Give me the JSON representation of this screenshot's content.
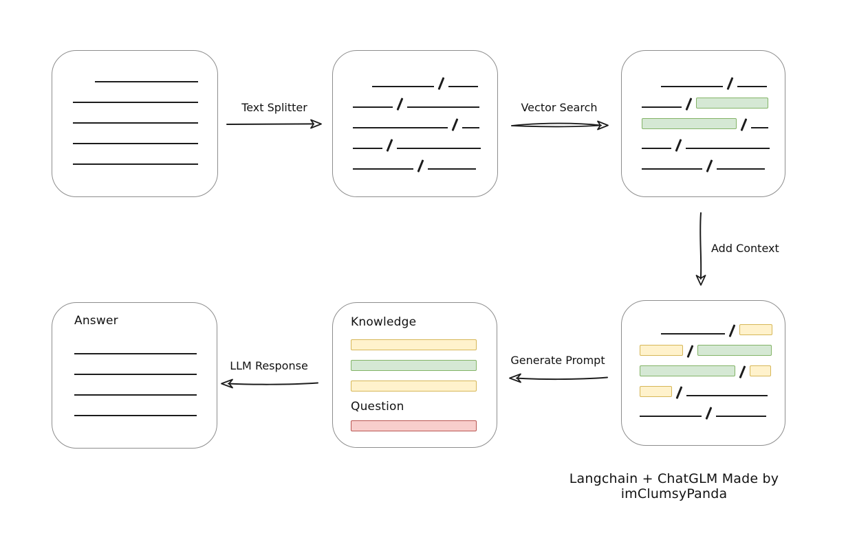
{
  "page": {
    "background": "#ffffff"
  },
  "colors": {
    "green_fill": "#d5e8d4",
    "green_border": "#82b366",
    "yellow_fill": "#fff2cc",
    "yellow_border": "#d6b656",
    "red_fill": "#f8cecc",
    "red_border": "#b85450",
    "stroke": "#1c1c1c",
    "box_border": "#8c8c8c"
  },
  "arrows": {
    "text_splitter": {
      "label": "Text Splitter",
      "direction": "right"
    },
    "vector_search": {
      "label": "Vector Search",
      "direction": "right"
    },
    "add_context": {
      "label": "Add Context",
      "direction": "down"
    },
    "generate_prompt": {
      "label": "Generate Prompt",
      "direction": "left"
    },
    "llm_response": {
      "label": "LLM Response",
      "direction": "left"
    }
  },
  "boxes": {
    "source_document": {
      "rows": [
        {
          "indent": 32,
          "segments": [
            {
              "kind": "line",
              "w": 150
            }
          ]
        },
        {
          "segments": [
            {
              "kind": "line",
              "w": 182
            }
          ]
        },
        {
          "segments": [
            {
              "kind": "line",
              "w": 182
            }
          ]
        },
        {
          "segments": [
            {
              "kind": "line",
              "w": 182
            }
          ]
        },
        {
          "segments": [
            {
              "kind": "line",
              "w": 182
            }
          ]
        }
      ]
    },
    "split_chunks": {
      "rows": [
        {
          "indent": 28,
          "segments": [
            {
              "kind": "line",
              "w": 90
            },
            {
              "kind": "slash"
            },
            {
              "kind": "line",
              "w": 43
            }
          ]
        },
        {
          "segments": [
            {
              "kind": "line",
              "w": 58
            },
            {
              "kind": "slash"
            },
            {
              "kind": "line",
              "w": 105
            }
          ]
        },
        {
          "segments": [
            {
              "kind": "line",
              "w": 138
            },
            {
              "kind": "slash"
            },
            {
              "kind": "line",
              "w": 25
            }
          ]
        },
        {
          "segments": [
            {
              "kind": "line",
              "w": 43
            },
            {
              "kind": "slash"
            },
            {
              "kind": "line",
              "w": 122
            }
          ]
        },
        {
          "segments": [
            {
              "kind": "line",
              "w": 88
            },
            {
              "kind": "slash"
            },
            {
              "kind": "line",
              "w": 70
            }
          ]
        }
      ]
    },
    "vector_matches": {
      "rows": [
        {
          "indent": 28,
          "segments": [
            {
              "kind": "line",
              "w": 90
            },
            {
              "kind": "slash"
            },
            {
              "kind": "line",
              "w": 43
            }
          ]
        },
        {
          "segments": [
            {
              "kind": "line",
              "w": 58
            },
            {
              "kind": "slash"
            },
            {
              "kind": "green",
              "w": 105
            }
          ]
        },
        {
          "segments": [
            {
              "kind": "green",
              "w": 138
            },
            {
              "kind": "slash"
            },
            {
              "kind": "line",
              "w": 25
            }
          ]
        },
        {
          "segments": [
            {
              "kind": "line",
              "w": 43
            },
            {
              "kind": "slash"
            },
            {
              "kind": "line",
              "w": 122
            }
          ]
        },
        {
          "segments": [
            {
              "kind": "line",
              "w": 88
            },
            {
              "kind": "slash"
            },
            {
              "kind": "line",
              "w": 70
            }
          ]
        }
      ]
    },
    "context_chunks": {
      "rows": [
        {
          "indent": 31,
          "segments": [
            {
              "kind": "line",
              "w": 93
            },
            {
              "kind": "slash"
            },
            {
              "kind": "yellow",
              "w": 48
            }
          ]
        },
        {
          "segments": [
            {
              "kind": "yellow",
              "w": 63
            },
            {
              "kind": "slash"
            },
            {
              "kind": "green",
              "w": 108
            }
          ]
        },
        {
          "segments": [
            {
              "kind": "green",
              "w": 139
            },
            {
              "kind": "slash"
            },
            {
              "kind": "yellow",
              "w": 31
            }
          ]
        },
        {
          "segments": [
            {
              "kind": "yellow",
              "w": 47
            },
            {
              "kind": "slash"
            },
            {
              "kind": "line",
              "w": 118
            }
          ]
        },
        {
          "segments": [
            {
              "kind": "line",
              "w": 90
            },
            {
              "kind": "slash"
            },
            {
              "kind": "line",
              "w": 73
            }
          ]
        }
      ]
    },
    "answer": {
      "label": "Answer",
      "rows": [
        {
          "segments": [
            {
              "kind": "line",
              "w": 178
            }
          ]
        },
        {
          "segments": [
            {
              "kind": "line",
              "w": 178
            }
          ]
        },
        {
          "segments": [
            {
              "kind": "line",
              "w": 178
            }
          ]
        },
        {
          "segments": [
            {
              "kind": "line",
              "w": 178
            }
          ]
        }
      ]
    },
    "prompt": {
      "knowledge_label": "Knowledge",
      "knowledge_bars": [
        {
          "kind": "yellow"
        },
        {
          "kind": "green"
        },
        {
          "kind": "yellow"
        }
      ],
      "question_label": "Question",
      "question_bar": {
        "kind": "red"
      }
    }
  },
  "caption": {
    "text": "Langchain + ChatGLM Made by imClumsyPanda"
  }
}
